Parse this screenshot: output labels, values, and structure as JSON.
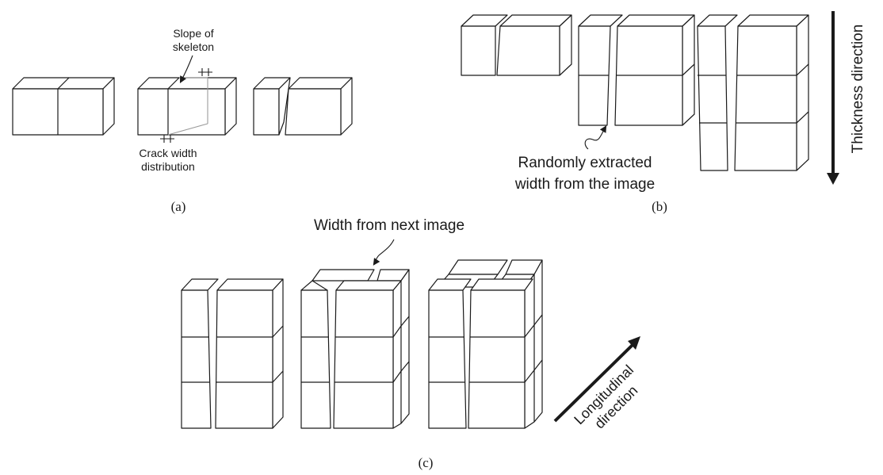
{
  "panel_a": {
    "caption": "(a)",
    "annotation_top_line1": "Slope of",
    "annotation_top_line2": "skeleton",
    "annotation_bottom_line1": "Crack width",
    "annotation_bottom_line2": "distribution"
  },
  "panel_b": {
    "caption": "(b)",
    "annotation_line1": "Randomly extracted",
    "annotation_line2": "width from the image",
    "arrow_label": "Thickness direction"
  },
  "panel_c": {
    "caption": "(c)",
    "annotation": "Width from next image",
    "arrow_label_line1": "Longitudinal",
    "arrow_label_line2": "direction"
  },
  "colors": {
    "stroke": "#1a1a1a",
    "fill": "#ffffff",
    "hidden_edge": "#9a9a9a"
  }
}
